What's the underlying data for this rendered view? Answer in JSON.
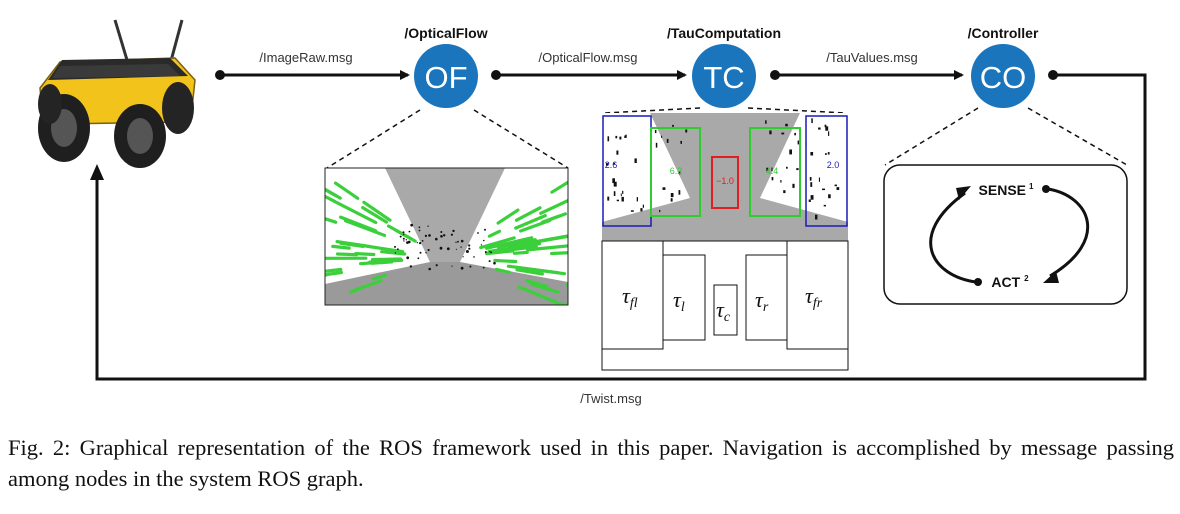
{
  "nodes": [
    {
      "title": "/OpticalFlow",
      "abbr": "OF"
    },
    {
      "title": "/TauComputation",
      "abbr": "TC"
    },
    {
      "title": "/Controller",
      "abbr": "CO"
    }
  ],
  "messages": {
    "image_raw": "/ImageRaw.msg",
    "optical_flow": "/OpticalFlow.msg",
    "tau_values": "/TauValues.msg",
    "twist": "/Twist.msg"
  },
  "tau_panel": {
    "values": [
      "2.6",
      "6.2",
      "−1.0",
      "4.4",
      "2.0"
    ]
  },
  "controller": {
    "sense": "SENSE",
    "sense_sup": "1",
    "act": "ACT",
    "act_sup": "2"
  },
  "colors": {
    "node_fill": "#1a75bc",
    "flow_green": "#3bd03b",
    "roi_green": "#2ecc2e",
    "roi_red": "#e02020",
    "roi_blue": "#1c1cb8",
    "robot_body": "#f2c31a"
  },
  "caption": {
    "label": "Fig. 2:",
    "text": "Graphical representation of the ROS framework used in this paper. Navigation is accomplished by message passing among nodes in the system ROS graph."
  }
}
